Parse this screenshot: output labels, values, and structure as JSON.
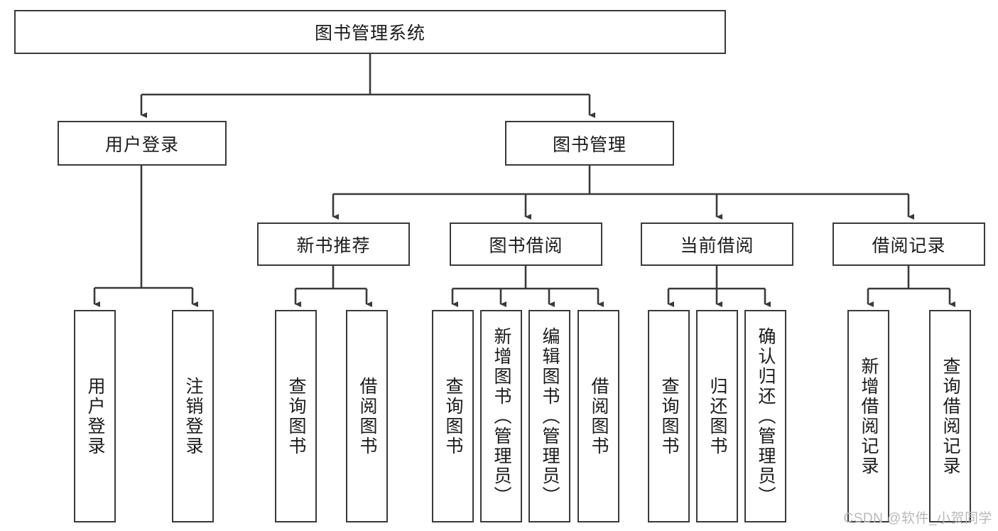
{
  "diagram": {
    "title": "图书管理系统",
    "root": {
      "label": "图书管理系统"
    },
    "level2": [
      {
        "label": "用户登录"
      },
      {
        "label": "图书管理"
      }
    ],
    "level3": [
      {
        "label": "新书推荐"
      },
      {
        "label": "图书借阅"
      },
      {
        "label": "当前借阅"
      },
      {
        "label": "借阅记录"
      }
    ],
    "leaves": {
      "user_login": [
        {
          "label": "用户登录"
        },
        {
          "label": "注销登录"
        }
      ],
      "new_book_recommend": [
        {
          "label": "查询图书"
        },
        {
          "label": "借阅图书"
        }
      ],
      "book_borrow": [
        {
          "label": "查询图书"
        },
        {
          "label": "新增图书（管理员）"
        },
        {
          "label": "编辑图书（管理员）"
        },
        {
          "label": "借阅图书"
        }
      ],
      "current_borrow": [
        {
          "label": "查询图书"
        },
        {
          "label": "归还图书"
        },
        {
          "label": "确认归还（管理员）"
        }
      ],
      "borrow_record": [
        {
          "label": "新增借阅记录"
        },
        {
          "label": "查询借阅记录"
        }
      ]
    }
  },
  "watermark": {
    "text": "CSDN @软件_小贺同学"
  },
  "colors": {
    "stroke": "#3a3a3a",
    "text": "#1b1b1b",
    "background": "#ffffff",
    "watermark": "#b9b9b9"
  }
}
